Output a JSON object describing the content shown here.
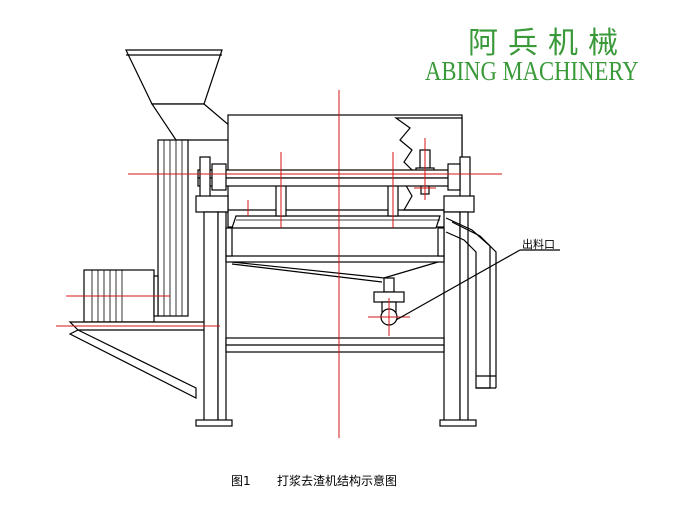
{
  "brand": {
    "chinese_name": "阿兵机械",
    "english_name": "ABING MACHINERY",
    "color": "#3a9a3a"
  },
  "diagram": {
    "callout_label": "出料口",
    "figure_number": "图1",
    "figure_title": "打浆去渣机结构示意图",
    "line_color": "#000000",
    "centerline_color": "#d41414"
  }
}
